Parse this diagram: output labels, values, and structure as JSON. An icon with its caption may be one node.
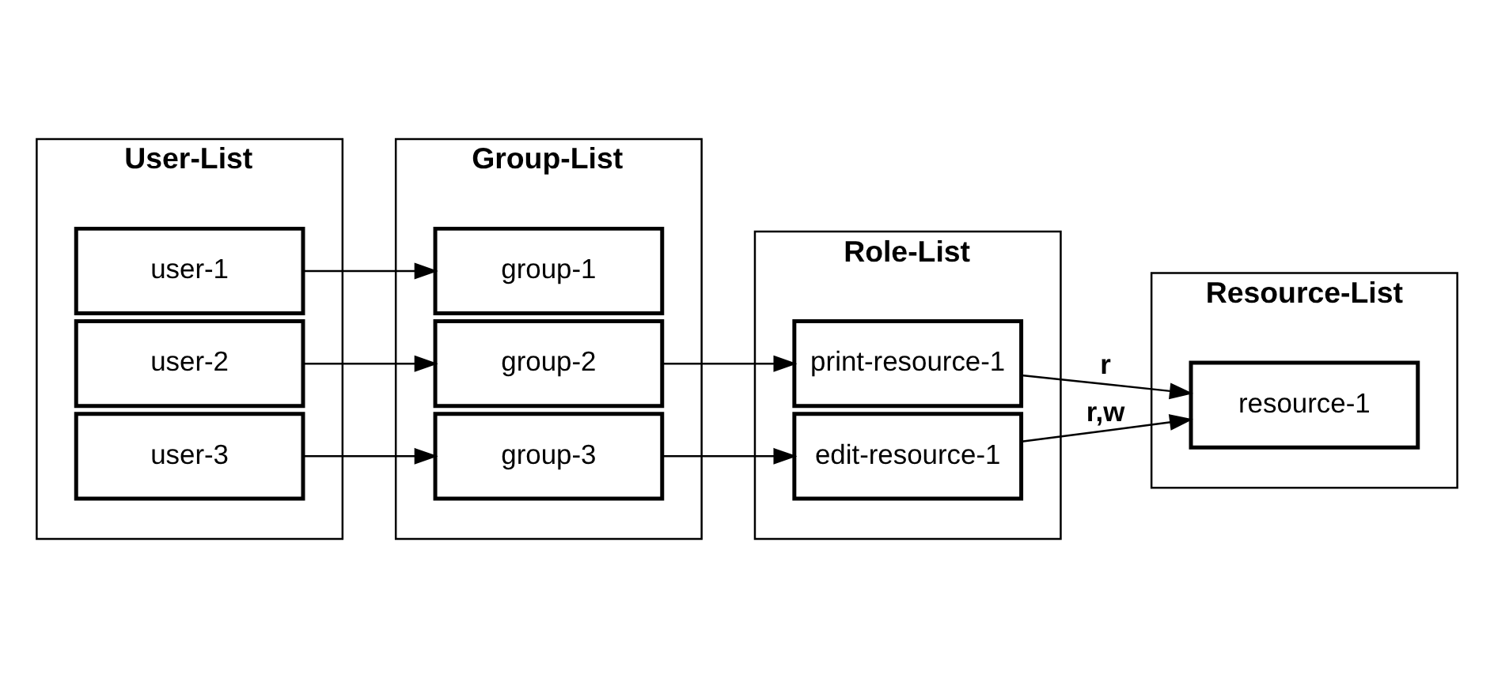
{
  "diagram": {
    "nodes": [
      {
        "text": [
          "User-List"
        ]
      },
      {
        "text": [
          "user-1"
        ],
        "in": 0
      },
      {
        "text": [
          "user-2"
        ],
        "in": 0
      },
      {
        "text": [
          "user-3"
        ],
        "in": 0
      },
      {
        "text": [
          "Group-List"
        ]
      },
      {
        "text": [
          "group-1"
        ],
        "in": 4
      },
      {
        "text": [
          "group-2"
        ],
        "in": 4
      },
      {
        "text": [
          "group-3"
        ],
        "in": 4
      },
      {
        "text": [
          "Role-List"
        ]
      },
      {
        "text": [
          "print-resource-1"
        ],
        "in": 8
      },
      {
        "text": [
          "edit-resource-1"
        ],
        "in": 8
      },
      {
        "text": [
          "Resource-List"
        ]
      },
      {
        "text": [
          "resource-1"
        ],
        "in": 11
      }
    ],
    "edges": [
      {
        "from": 1,
        "to": 5,
        "arrow": "to"
      },
      {
        "from": 2,
        "to": 6,
        "arrow": "to"
      },
      {
        "from": 3,
        "to": 7,
        "arrow": "to"
      },
      {
        "from": 6,
        "to": 9,
        "arrow": "to"
      },
      {
        "from": 7,
        "to": 10,
        "arrow": "to"
      },
      {
        "from": 9,
        "to": 12,
        "arrow": "to",
        "label": "r"
      },
      {
        "from": 10,
        "to": 12,
        "arrow": "to",
        "label": "r,w"
      }
    ]
  }
}
